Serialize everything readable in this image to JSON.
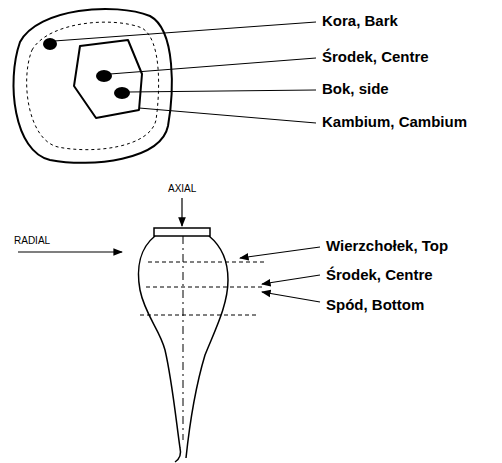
{
  "diagram": {
    "labels": [
      "Kora, Bark",
      "Środek, Centre",
      "Bok, side",
      "Kambium, Cambium",
      "AXIAL",
      "RADIAL",
      "Wierzchołek, Top",
      "Środek, Centre",
      "Spód, Bottom"
    ]
  }
}
